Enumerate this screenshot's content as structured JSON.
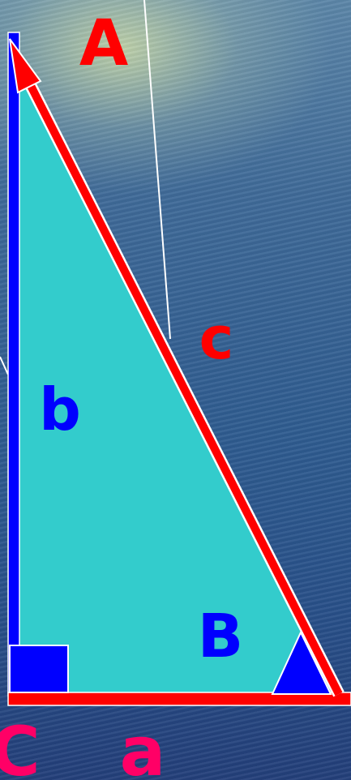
{
  "labels": {
    "vertex_a": "A",
    "vertex_b": "B",
    "vertex_c": "C",
    "side_a": "a",
    "side_b": "b",
    "side_c": "c"
  },
  "colors": {
    "triangle_fill": "#33cccc",
    "side_c": "#ff0000",
    "side_b": "#0000ff",
    "side_a": "#ff0000",
    "angle_markers": "#0000ff",
    "label_A": "#ff0000",
    "label_c": "#ff0000",
    "label_b": "#0000ff",
    "label_B": "#0000ff",
    "label_a": "#ff0066",
    "label_C": "#ff0066"
  }
}
